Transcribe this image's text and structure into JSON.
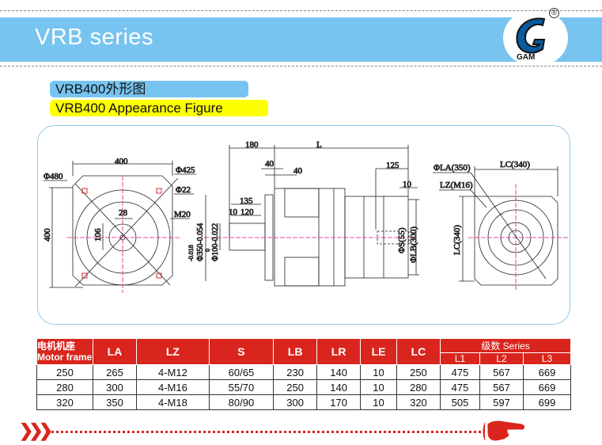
{
  "header": {
    "title": "VRB series",
    "logo_text": "GAM",
    "registered": "®"
  },
  "subtitle_cn": "VRB400外形图",
  "subtitle_en": "VRB400 Appearance Figure",
  "drawing": {
    "front": {
      "width": "400",
      "height": "400",
      "d480": "Φ480",
      "d425": "Φ425",
      "d22": "Φ22",
      "m20": "M20",
      "key": "28",
      "h106": "106"
    },
    "side": {
      "d180": "180",
      "L": "L",
      "d40a": "40",
      "d40b": "40",
      "d125": "125",
      "d10": "10",
      "d135": "135",
      "d120": "120",
      "d10b": "10",
      "d350": "Φ350-0.054",
      "d350tol": "-0.018",
      "d100": "Φ100-0.022",
      "d100tol": "0",
      "S": "ΦS(55)",
      "LB": "ΦLB(300)"
    },
    "rear": {
      "LA": "ΦLA(350)",
      "LZ": "LZ(M16)",
      "LCw": "LC(340)",
      "LCh": "LC(340)"
    }
  },
  "table": {
    "col_frame_cn": "电机机座",
    "col_frame_en": "Motor frame",
    "cols": [
      "LA",
      "LZ",
      "S",
      "LB",
      "LR",
      "LE",
      "LC"
    ],
    "series_label": "级数  Series",
    "series_cols": [
      "L1",
      "L2",
      "L3"
    ],
    "rows": [
      [
        "250",
        "265",
        "4-M12",
        "60/65",
        "230",
        "140",
        "10",
        "250",
        "475",
        "567",
        "669"
      ],
      [
        "280",
        "300",
        "4-M16",
        "55/70",
        "250",
        "140",
        "10",
        "280",
        "475",
        "567",
        "669"
      ],
      [
        "320",
        "350",
        "4-M18",
        "80/90",
        "300",
        "170",
        "10",
        "320",
        "505",
        "597",
        "699"
      ]
    ]
  },
  "colors": {
    "band": "#77c4f0",
    "accent": "#d9251d",
    "highlight": "#ffff00"
  }
}
